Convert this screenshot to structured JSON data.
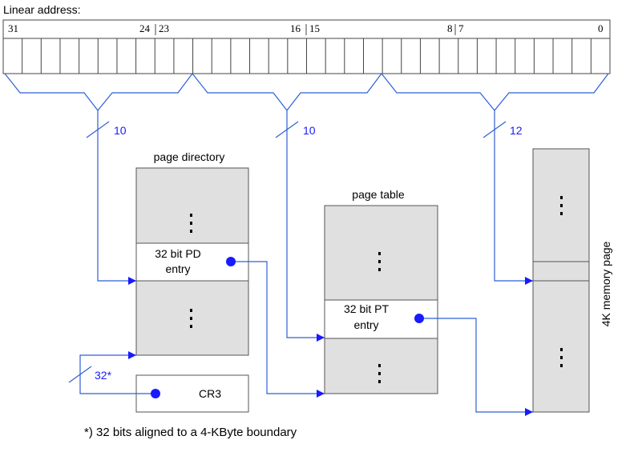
{
  "title": "Linear address:",
  "bit_labels": [
    "31",
    "24",
    "23",
    "16",
    "15",
    "8",
    "7",
    "0"
  ],
  "field_widths": [
    "10",
    "10",
    "12",
    "32*"
  ],
  "page_directory": {
    "label": "page directory",
    "entry": [
      "32 bit PD",
      "entry"
    ]
  },
  "page_table": {
    "label": "page table",
    "entry": [
      "32 bit PT",
      "entry"
    ]
  },
  "memory_page": {
    "label": "4K memory page"
  },
  "cr3": "CR3",
  "footnote": "*) 32 bits aligned to a 4-KByte boundary",
  "colors": {
    "arrow": "#1a1aff",
    "line": "#2e5fd6",
    "box_fill": "#e0e0e0",
    "border": "#555555"
  }
}
